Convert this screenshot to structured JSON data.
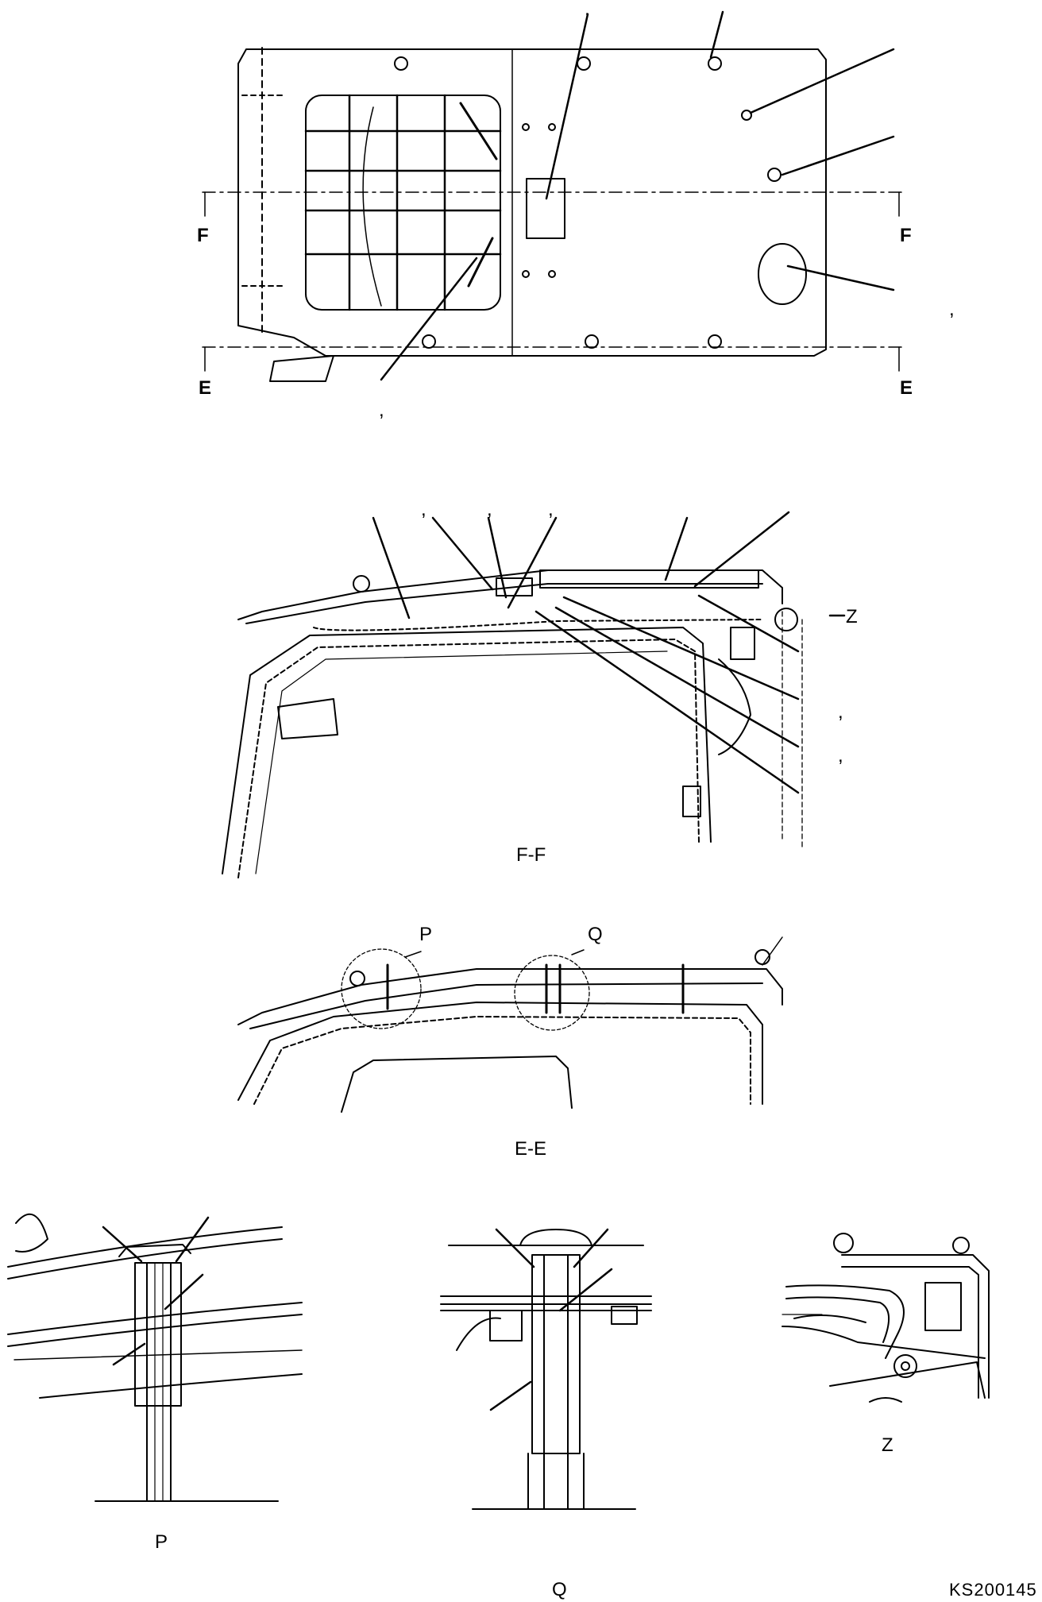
{
  "top_view": {
    "section_f_left": "F",
    "section_f_right": "F",
    "section_e_left": "E",
    "section_e_right": "E",
    "commas": [
      ",",
      ",",
      ","
    ]
  },
  "ff_view": {
    "title": "F-F",
    "view_arrow_label": "Z",
    "commas": [
      ",",
      ",",
      ",",
      ",",
      ","
    ]
  },
  "ee_view": {
    "title": "E-E",
    "callout_p": "P",
    "callout_q": "Q"
  },
  "details": {
    "p_label": "P",
    "q_label": "Q",
    "z_label": "Z"
  },
  "drawing_code": "KS200145"
}
